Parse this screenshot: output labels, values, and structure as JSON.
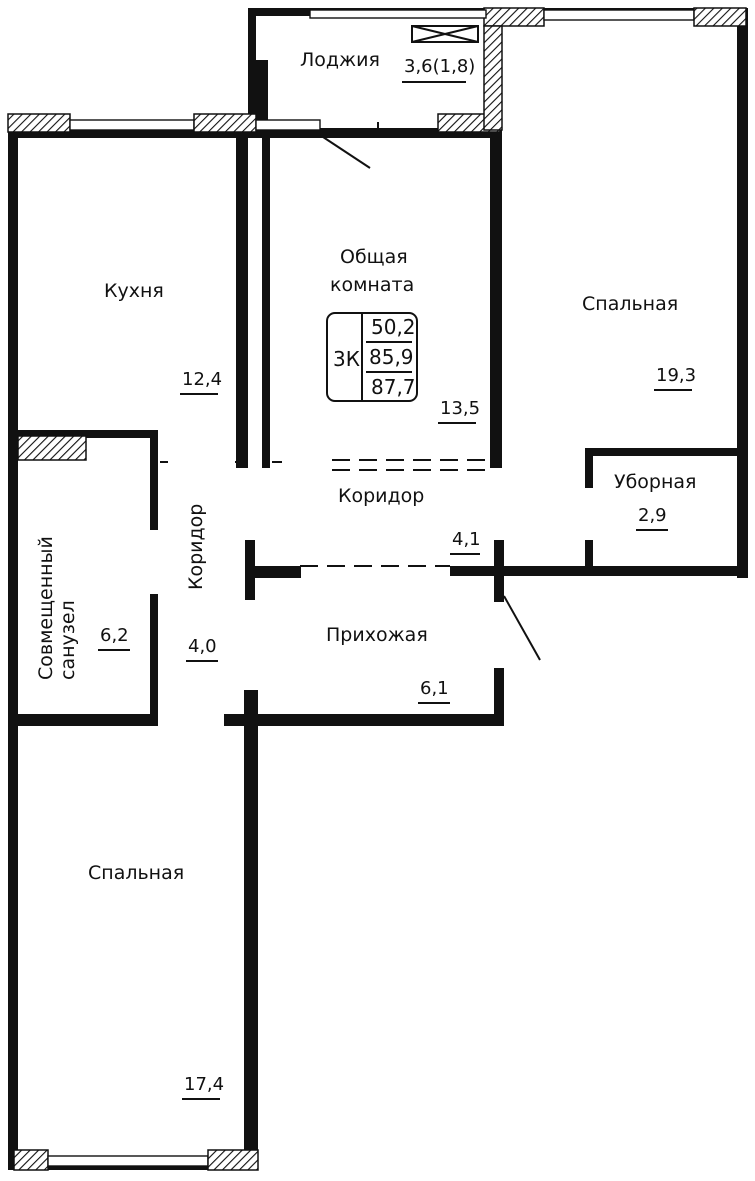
{
  "summary": {
    "type_label": "3К",
    "living_area": "50,2",
    "total_area": "85,9",
    "total_area_with_loggia": "87,7"
  },
  "rooms": {
    "loggia": {
      "name": "Лоджия",
      "area": "3,6(1,8)"
    },
    "kitchen": {
      "name": "Кухня",
      "area": "12,4"
    },
    "living_room": {
      "name_line1": "Общая",
      "name_line2": "комната",
      "area": "13,5"
    },
    "bedroom_east": {
      "name": "Спальная",
      "area": "19,3"
    },
    "toilet": {
      "name": "Уборная",
      "area": "2,9"
    },
    "corridor_upper": {
      "name": "Коридор",
      "area": "4,1"
    },
    "corridor_side": {
      "name": "Коридор",
      "area": "4,0"
    },
    "bathroom": {
      "name_line1": "Совмещенный",
      "name_line2": "санузел",
      "area": "6,2"
    },
    "hallway": {
      "name": "Прихожая",
      "area": "6,1"
    },
    "bedroom_south": {
      "name": "Спальная",
      "area": "17,4"
    }
  }
}
